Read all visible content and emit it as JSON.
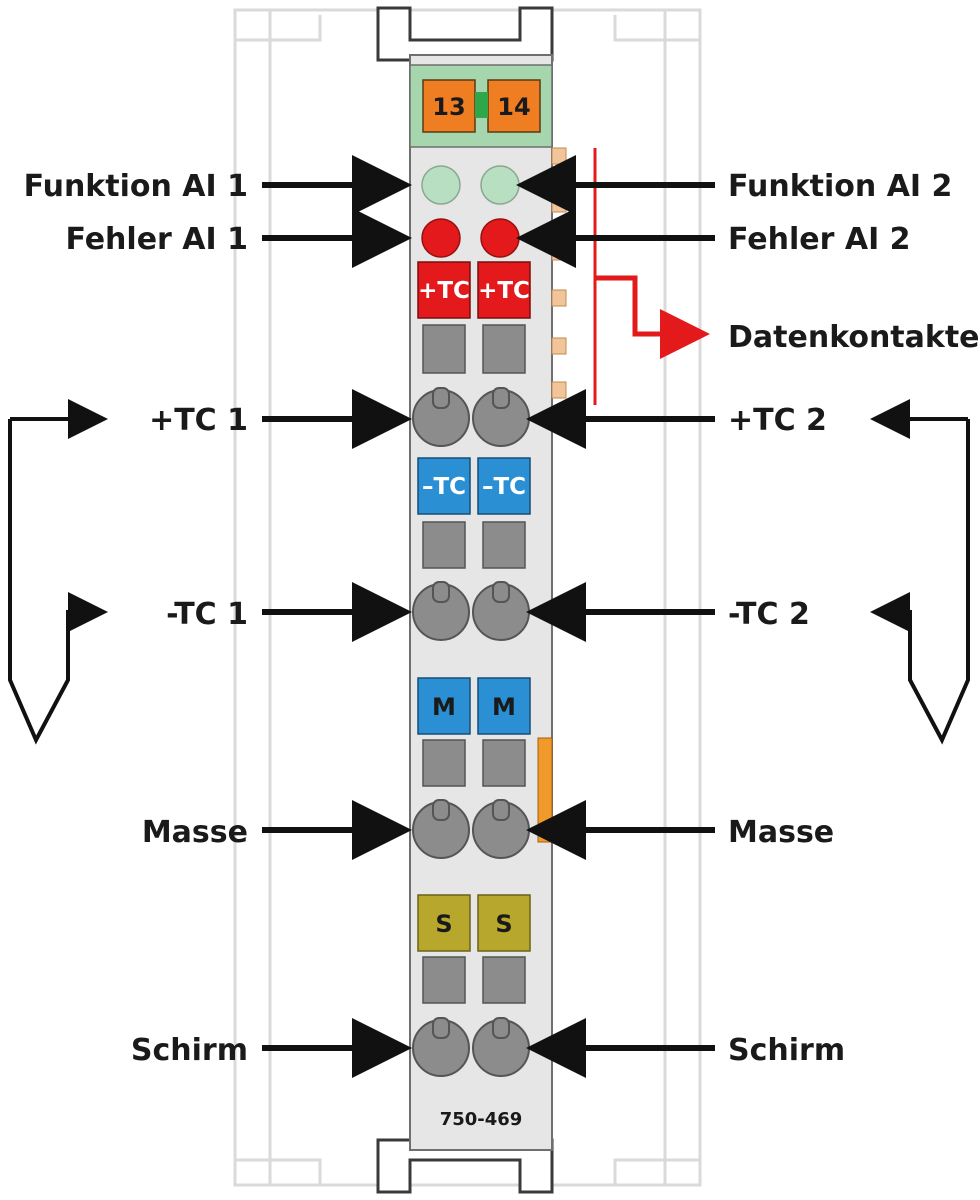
{
  "module": {
    "part_number": "750-469",
    "top_terminals": [
      "13",
      "14"
    ]
  },
  "leds": [
    {
      "name": "Funktion AI 1",
      "color": "#b9dfc2"
    },
    {
      "name": "Fehler AI 1",
      "color": "#e3191b"
    }
  ],
  "slot_tags": {
    "tc_plus": "+TC",
    "tc_minus": "–TC",
    "m": "M",
    "s": "S"
  },
  "labels": {
    "left": {
      "funktion": "Funktion AI 1",
      "fehler": "Fehler AI 1",
      "tc_plus": "+TC 1",
      "tc_minus": "-TC 1",
      "masse": "Masse",
      "schirm": "Schirm"
    },
    "right": {
      "funktion": "Funktion AI 2",
      "fehler": "Fehler AI 2",
      "datenkontakte": "Datenkontakte",
      "tc_plus": "+TC 2",
      "tc_minus": "-TC 2",
      "masse": "Masse",
      "schirm": "Schirm"
    }
  },
  "colors": {
    "orange": "#ef7d22",
    "green_header": "#a6d6ad",
    "led_green": "#b9dfc2",
    "led_red": "#e3191b",
    "red_tag": "#e3191b",
    "blue_tag": "#2a8fd3",
    "olive_tag": "#b7a72c",
    "gray_block": "#8c8c8c",
    "module_body": "#e6e6e6",
    "arrow": "#111111",
    "data_arrow": "#e3191b"
  }
}
